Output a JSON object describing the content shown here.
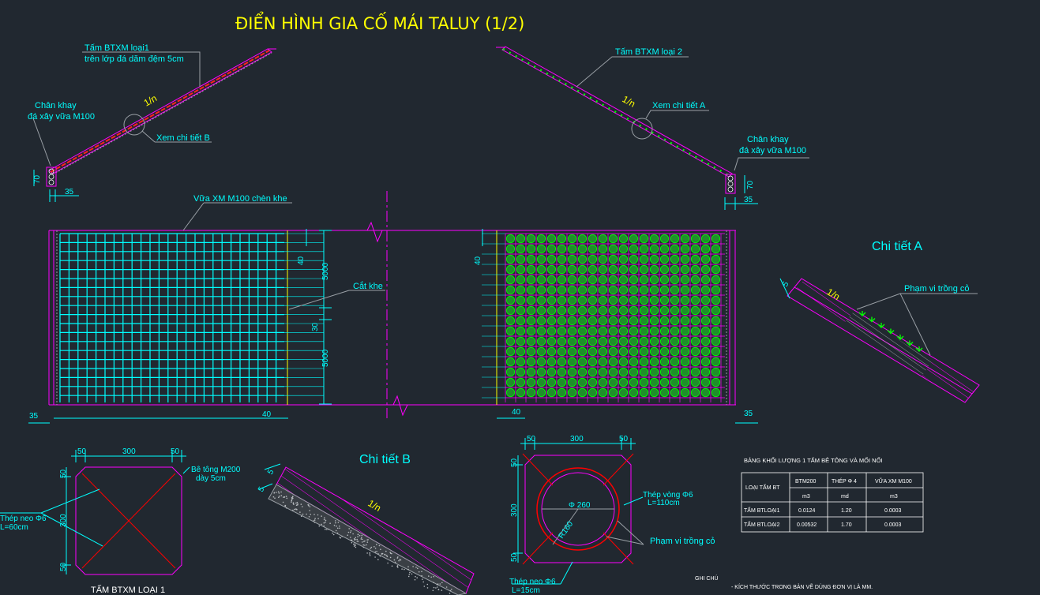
{
  "title": "ĐIỂN HÌNH GIA CỐ MÁI TALUY (1/2)",
  "slope_left": {
    "plate_label_1": "Tấm BTXM loại1",
    "plate_label_2": "trên lớp đá dăm đệm 5cm",
    "toe_label_1": "Chân khay",
    "toe_label_2": "đá xây vữa M100",
    "detail_ref": "Xem chi tiết B",
    "slope_ratio": "1/n",
    "dim_h": "70",
    "dim_w": "35"
  },
  "slope_right": {
    "plate_label": "Tấm BTXM loại 2",
    "detail_ref": "Xem chi tiết A",
    "toe_label_1": "Chân khay",
    "toe_label_2": "đá xây vữa M100",
    "slope_ratio": "1/n",
    "dim_h": "70",
    "dim_w": "35"
  },
  "plan": {
    "joint_mortar_label": "Vữa XM M100 chèn khe",
    "joint_cut_label": "Cắt khe",
    "dim_5000_top": "5000",
    "dim_5000_bottom": "5000",
    "dim_30": "30",
    "dim_40_left_top": "40",
    "dim_40_right_top": "40",
    "dim_40_left_bottom": "40",
    "dim_40_right_bottom": "40",
    "dim_35_left": "35",
    "dim_35_right": "35"
  },
  "detail_a": {
    "title": "Chi tiết A",
    "dim": "5",
    "slope_ratio": "1/n",
    "grass_label": "Phạm vi trồng cỏ"
  },
  "detail_b": {
    "title": "Chi tiết B",
    "dim_1": "5",
    "dim_2": "5",
    "slope_ratio": "1/n"
  },
  "plate1": {
    "name": "TẤM BTXM LOẠI 1",
    "dim_50a": "50",
    "dim_300": "300",
    "dim_50b": "50",
    "dim_v50a": "50",
    "dim_v300": "300",
    "dim_v50b": "50",
    "concrete_label_1": "Bê tông M200",
    "concrete_label_2": "dày 5cm",
    "anchor_label_1": "Thép neo Φ6",
    "anchor_label_2": "L=60cm"
  },
  "plate2": {
    "dim_50a": "50",
    "dim_300": "300",
    "dim_50b": "50",
    "dim_v50a": "50",
    "dim_v300": "300",
    "dim_v50b": "50",
    "ring_label_1": "Thép vòng Φ6",
    "ring_label_2": "L=110cm",
    "diameter": "Φ 260",
    "radius": "R160",
    "grass_label": "Phạm vi trồng cỏ",
    "anchor_label_1": "Thép neo Φ6",
    "anchor_label_2": "L=15cm"
  },
  "table": {
    "title": "BẢNG KHỐI LƯỢNG 1 TẤM BÊ TÔNG VÀ MỐI NỐI",
    "col_type": "LOẠI TẤM BT",
    "col_1": "BTM200",
    "col_2": "THÉP Φ 4",
    "col_3": "VỮA XM M100",
    "unit_1": "m3",
    "unit_2": "md",
    "unit_3": "m3",
    "rows": [
      {
        "name": "TẤM BTLOẠI1",
        "v1": "0.0124",
        "v2": "1.20",
        "v3": "0.0003"
      },
      {
        "name": "TẤM BTLOẠI2",
        "v1": "0.00532",
        "v2": "1.70",
        "v3": "0.0003"
      }
    ]
  },
  "notes": {
    "heading": "GHI CHÚ",
    "line_1": "- KÍCH THƯỚC TRONG BẢN VẼ DÙNG ĐƠN VỊ LÀ MM."
  },
  "colors": {
    "background": "#212830",
    "magenta": "#ff00ff",
    "cyan": "#00ffff",
    "yellow": "#ffff00",
    "red": "#ff0000",
    "green": "#00ff00",
    "grey": "#9aa0a6"
  }
}
